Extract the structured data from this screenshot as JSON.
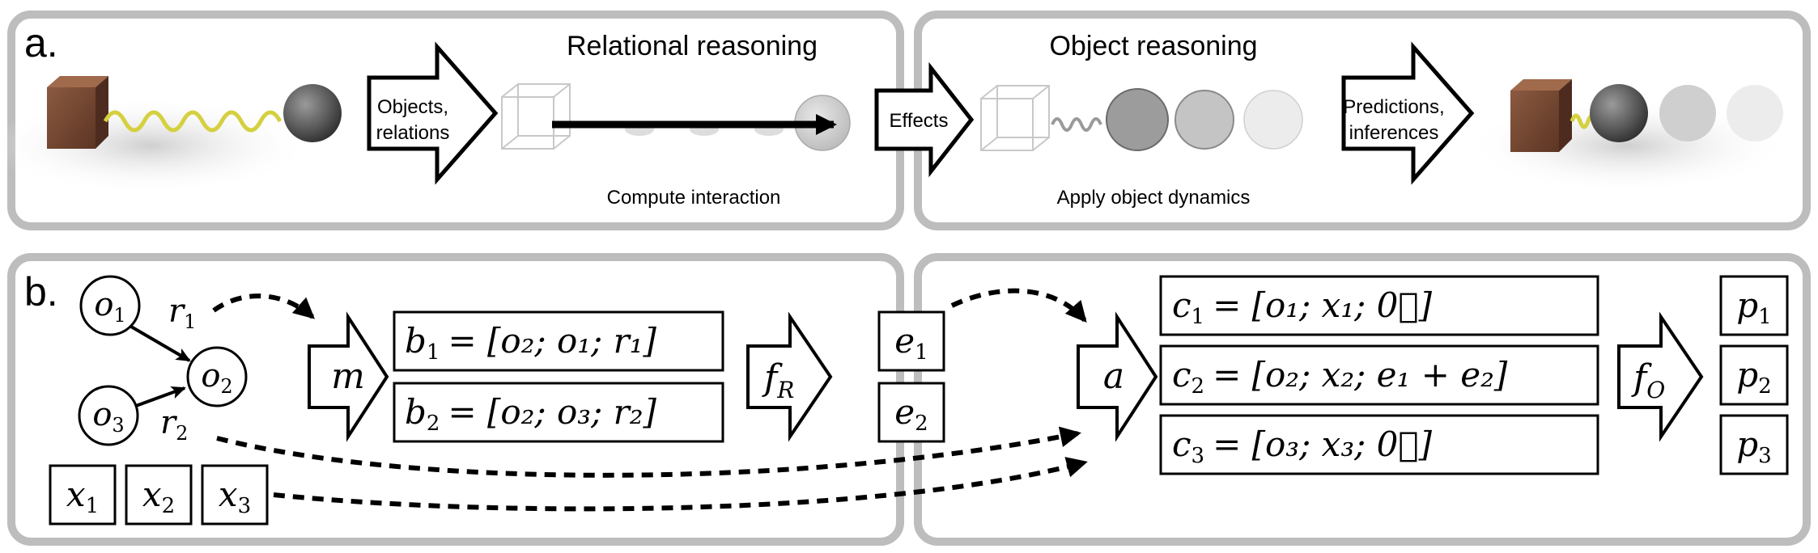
{
  "panel_a": {
    "label": "a.",
    "relational_title": "Relational reasoning",
    "object_title": "Object reasoning",
    "compute_caption": "Compute interaction",
    "apply_caption": "Apply object dynamics",
    "arrow_objects_l1": "Objects,",
    "arrow_objects_l2": "relations",
    "arrow_effects": "Effects",
    "arrow_predictions_l1": "Predictions,",
    "arrow_predictions_l2": "inferences"
  },
  "panel_b": {
    "label": "b.",
    "nodes": {
      "o1": "o",
      "o1_sub": "1",
      "o2": "o",
      "o2_sub": "2",
      "o3": "o",
      "o3_sub": "3"
    },
    "relations": {
      "r1": "r",
      "r1_sub": "1",
      "r2": "r",
      "r2_sub": "2"
    },
    "x": [
      {
        "base": "x",
        "sub": "1"
      },
      {
        "base": "x",
        "sub": "2"
      },
      {
        "base": "x",
        "sub": "3"
      }
    ],
    "m_label": "m",
    "b_rows": [
      {
        "lhs": "b",
        "lhs_sub": "1",
        "rhs": "= [o₂; o₁; r₁]"
      },
      {
        "lhs": "b",
        "lhs_sub": "2",
        "rhs": "= [o₂; o₃; r₂]"
      }
    ],
    "fR": "f",
    "fR_sub": "R",
    "e": [
      {
        "base": "e",
        "sub": "1"
      },
      {
        "base": "e",
        "sub": "2"
      }
    ],
    "a_label": "a",
    "c_rows": [
      {
        "lhs": "c",
        "lhs_sub": "1",
        "rhs": "= [o₁; x₁; 0⃗]"
      },
      {
        "lhs": "c",
        "lhs_sub": "2",
        "rhs": "= [o₂; x₂; e₁ + e₂]"
      },
      {
        "lhs": "c",
        "lhs_sub": "3",
        "rhs": "= [o₃; x₃; 0⃗]"
      }
    ],
    "fO": "f",
    "fO_sub": "O",
    "p": [
      {
        "base": "p",
        "sub": "1"
      },
      {
        "base": "p",
        "sub": "2"
      },
      {
        "base": "p",
        "sub": "3"
      }
    ]
  },
  "colors": {
    "panel_border": "#bdbdbd",
    "spring": "#d4d040",
    "cube": "#7a4a34",
    "ball": "#5a5a5a"
  }
}
